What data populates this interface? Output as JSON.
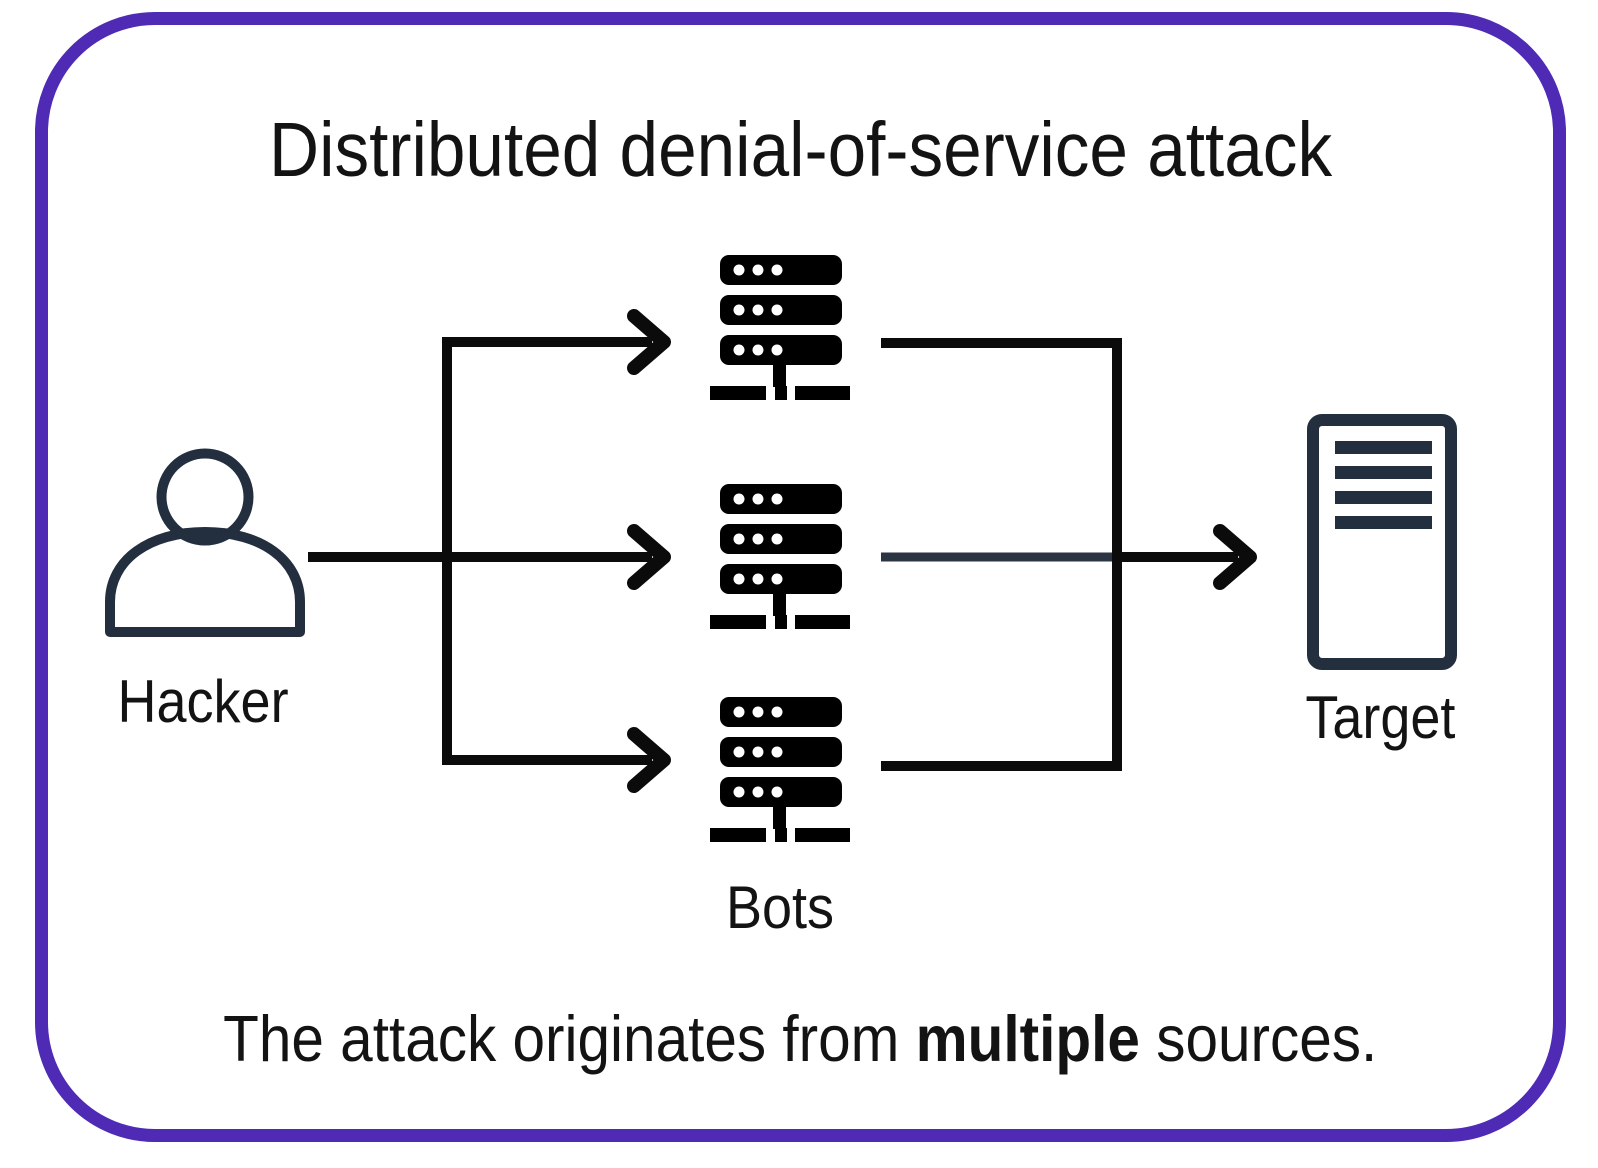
{
  "diagram": {
    "title": "Distributed denial-of-service attack",
    "nodes": {
      "hacker": {
        "label": "Hacker"
      },
      "bots": {
        "label": "Bots",
        "count": 3
      },
      "target": {
        "label": "Target"
      }
    },
    "caption": {
      "prefix": "The attack originates from ",
      "emphasis": "multiple",
      "suffix": " sources."
    },
    "colors": {
      "frame_border": "#4E2AB5",
      "flow_line": "#0B0B0B",
      "flow_line_middle_segment": "#2B3442",
      "hacker_icon": "#232F3E",
      "target_icon": "#232F3E",
      "bot_icon": "#000000",
      "text": "#131313",
      "background": "#FFFFFF"
    }
  }
}
